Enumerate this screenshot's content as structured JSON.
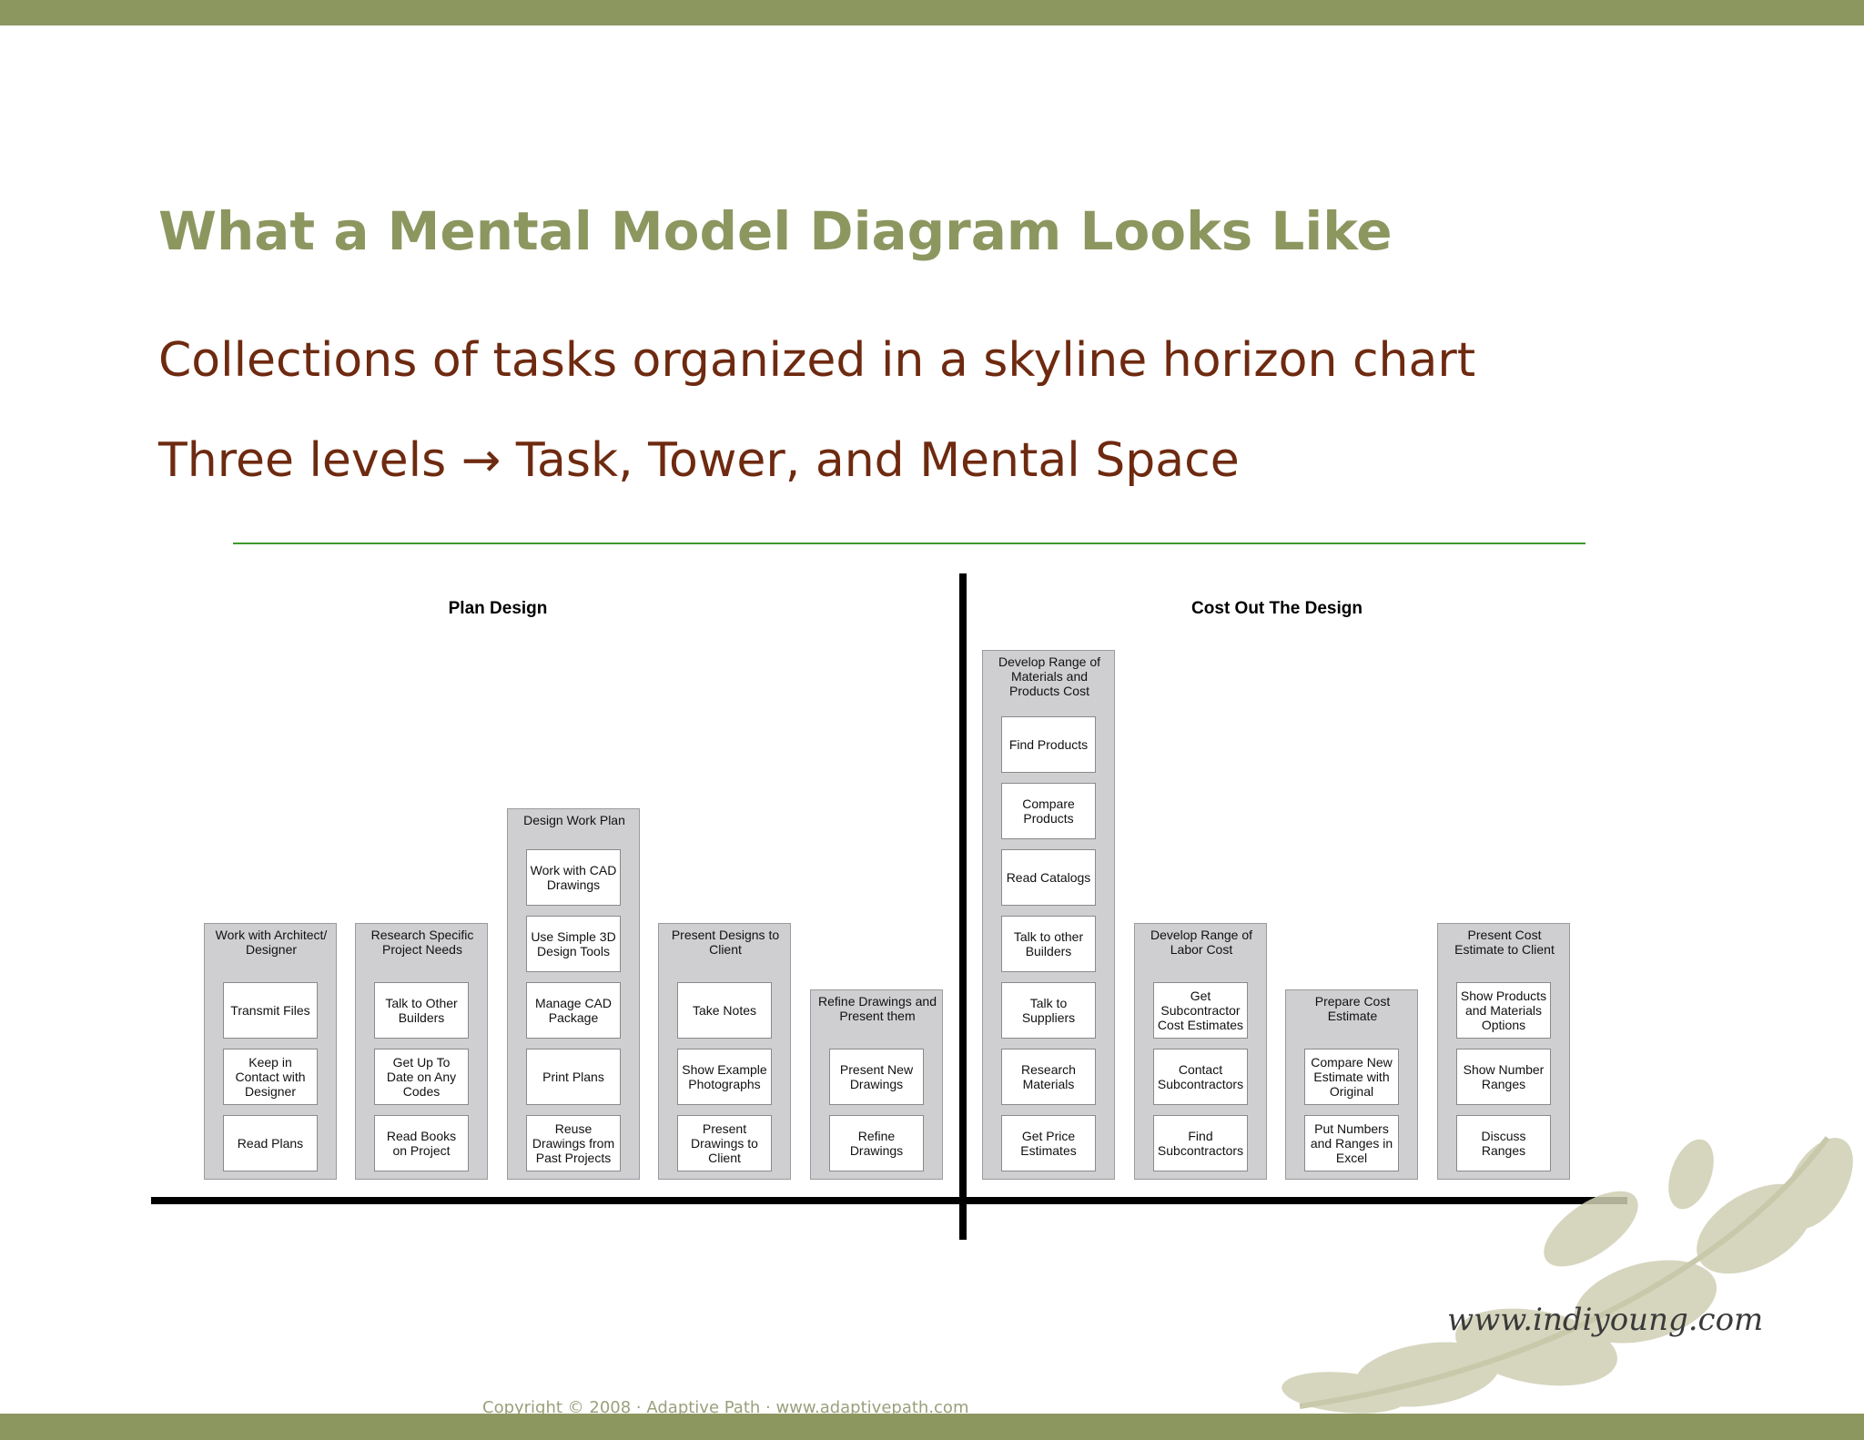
{
  "slide": {
    "title": "What a Mental Model Diagram Looks Like",
    "bullets": [
      "Collections of tasks organized in a skyline horizon chart",
      "Three levels → Task, Tower, and Mental Space"
    ],
    "footer": "Copyright © 2008 · Adaptive Path · www.adaptivepath.com",
    "watermark_url": "www.indiyoung.com"
  },
  "diagram": {
    "mental_spaces": [
      {
        "label": "Plan Design",
        "towers": [
          {
            "label": "Work with Architect/\nDesigner",
            "tasks": [
              "Transmit Files",
              "Keep in\nContact with\nDesigner",
              "Read Plans"
            ]
          },
          {
            "label": "Research Specific\nProject Needs",
            "tasks": [
              "Talk to Other\nBuilders",
              "Get Up To\nDate on Any\nCodes",
              "Read Books\non Project"
            ]
          },
          {
            "label": "Design Work Plan",
            "tasks": [
              "Work with CAD\nDrawings",
              "Use Simple 3D\nDesign Tools",
              "Manage CAD\nPackage",
              "Print Plans",
              "Reuse\nDrawings from\nPast Projects"
            ]
          },
          {
            "label": "Present Designs to\nClient",
            "tasks": [
              "Take Notes",
              "Show Example\nPhotographs",
              "Present\nDrawings to\nClient"
            ]
          },
          {
            "label": "Refine Drawings and\nPresent them",
            "tasks": [
              "Present New\nDrawings",
              "Refine\nDrawings"
            ]
          }
        ]
      },
      {
        "label": "Cost Out The  Design",
        "towers": [
          {
            "label": "Develop Range of\nMaterials and\nProducts Cost",
            "tasks": [
              "Find Products",
              "Compare\nProducts",
              "Read Catalogs",
              "Talk to other\nBuilders",
              "Talk to\nSuppliers",
              "Research\nMaterials",
              "Get Price\nEstimates"
            ]
          },
          {
            "label": "Develop Range of\nLabor Cost",
            "tasks": [
              "Get\nSubcontractor\nCost Estimates",
              "Contact\nSubcontractors",
              "Find\nSubcontractors"
            ]
          },
          {
            "label": "Prepare Cost\nEstimate",
            "tasks": [
              "Compare New\nEstimate with\nOriginal",
              "Put Numbers\nand Ranges in\nExcel"
            ]
          },
          {
            "label": "Present Cost\nEstimate to Client",
            "tasks": [
              "Show Products\nand Materials\nOptions",
              "Show Number\nRanges",
              "Discuss\nRanges"
            ]
          }
        ]
      }
    ]
  }
}
